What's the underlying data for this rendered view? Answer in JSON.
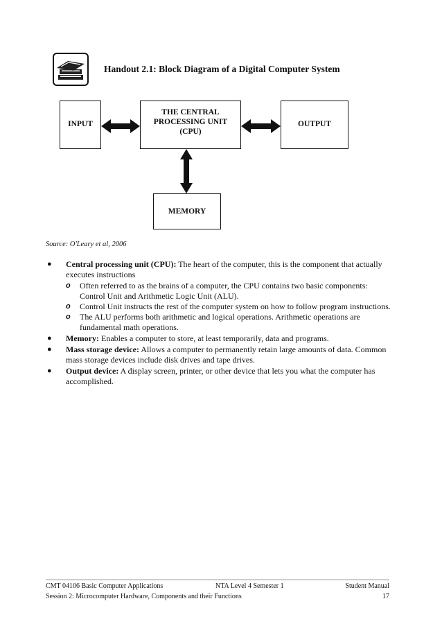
{
  "header": {
    "title": "Handout 2.1: Block Diagram of a Digital Computer System"
  },
  "diagram": {
    "input_label": "INPUT",
    "cpu_line1": "THE CENTRAL",
    "cpu_line2": "PROCESSING UNIT",
    "cpu_line3": "(CPU)",
    "output_label": "OUTPUT",
    "memory_label": "MEMORY"
  },
  "source": "Source:  O'Leary et al, 2006",
  "bullets": [
    {
      "term": "Central processing unit (CPU):",
      "text": " The heart of the computer, this is the component that actually executes instructions",
      "subs": [
        "Often referred to as the brains of a computer, the CPU contains two basic components: Control Unit and Arithmetic Logic Unit (ALU).",
        "Control Unit instructs the rest of the computer system on how to follow program instructions.",
        "The ALU performs both arithmetic and logical operations. Arithmetic operations are fundamental math operations."
      ]
    },
    {
      "term": "Memory:",
      "text": " Enables a computer to store, at least temporarily, data and programs."
    },
    {
      "term": "Mass storage device:",
      "text": " Allows a computer to permanently retain large amounts of data. Common mass storage devices include disk drives and tape drives."
    },
    {
      "term": "Output device:",
      "text": " A display screen, printer, or other device that lets you what the computer has accomplished."
    }
  ],
  "footer": {
    "course": "CMT 04106 Basic Computer Applications",
    "level": "NTA Level 4 Semester 1",
    "manual": "Student Manual",
    "session": "Session 2: Microcomputer Hardware, Components and their Functions",
    "page": "17"
  }
}
